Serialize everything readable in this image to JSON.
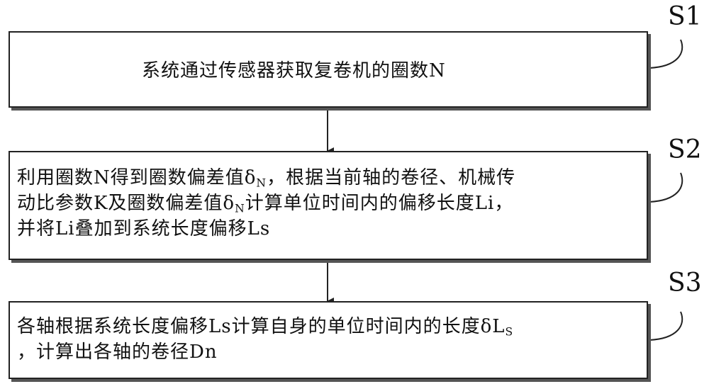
{
  "steps": [
    {
      "label": "S1",
      "lines": [
        {
          "parts": [
            "系统通过传感器获取复卷机的圈数N"
          ]
        }
      ]
    },
    {
      "label": "S2",
      "lines": [
        {
          "parts": [
            "利用圈数N得到圈数偏差值δ",
            "N",
            "，根据当前轴的卷径、机械传"
          ]
        },
        {
          "parts": [
            "动比参数K及圈数偏差值δ",
            "N",
            "计算单位时间内的偏移长度Li，"
          ]
        },
        {
          "parts": [
            "并将Li叠加到系统长度偏移Ls"
          ]
        }
      ]
    },
    {
      "label": "S3",
      "lines": [
        {
          "parts": [
            "各轴根据系统长度偏移Ls计算自身的单位时间内的长度δL",
            "S"
          ]
        },
        {
          "parts": [
            "，计算出各轴的卷径Dn"
          ]
        }
      ]
    }
  ]
}
